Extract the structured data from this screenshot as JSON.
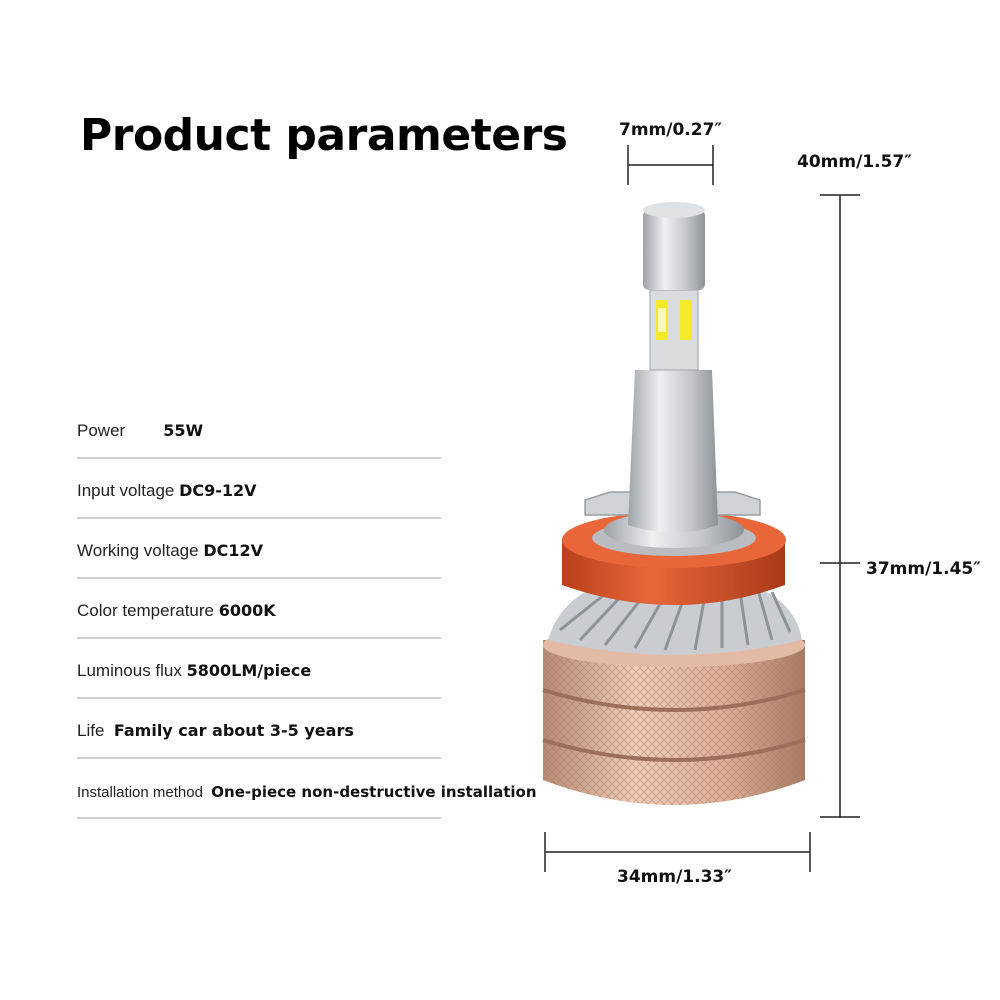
{
  "page_title": "Product parameters",
  "specs": [
    {
      "label": "Power",
      "value": "55W"
    },
    {
      "label": "Input voltage",
      "value": "DC9-12V"
    },
    {
      "label": "Working voltage",
      "value": "DC12V"
    },
    {
      "label": "Color temperature",
      "value": "6000K"
    },
    {
      "label": "Luminous flux",
      "value": "5800LM/piece"
    },
    {
      "label": "Life",
      "value": "Family car about 3-5 years"
    },
    {
      "label": "Installation method",
      "value": "One-piece non-destructive installation"
    }
  ],
  "dimensions": {
    "top_width": "7mm/0.27″",
    "total_height": "40mm/1.57″",
    "body_height": "37mm/1.45″",
    "base_width": "34mm/1.33″"
  },
  "colors": {
    "ring": "#d9532a",
    "base": "#d8a890",
    "heatsink": "#c9ccd0",
    "led": "#f4ea2a"
  }
}
